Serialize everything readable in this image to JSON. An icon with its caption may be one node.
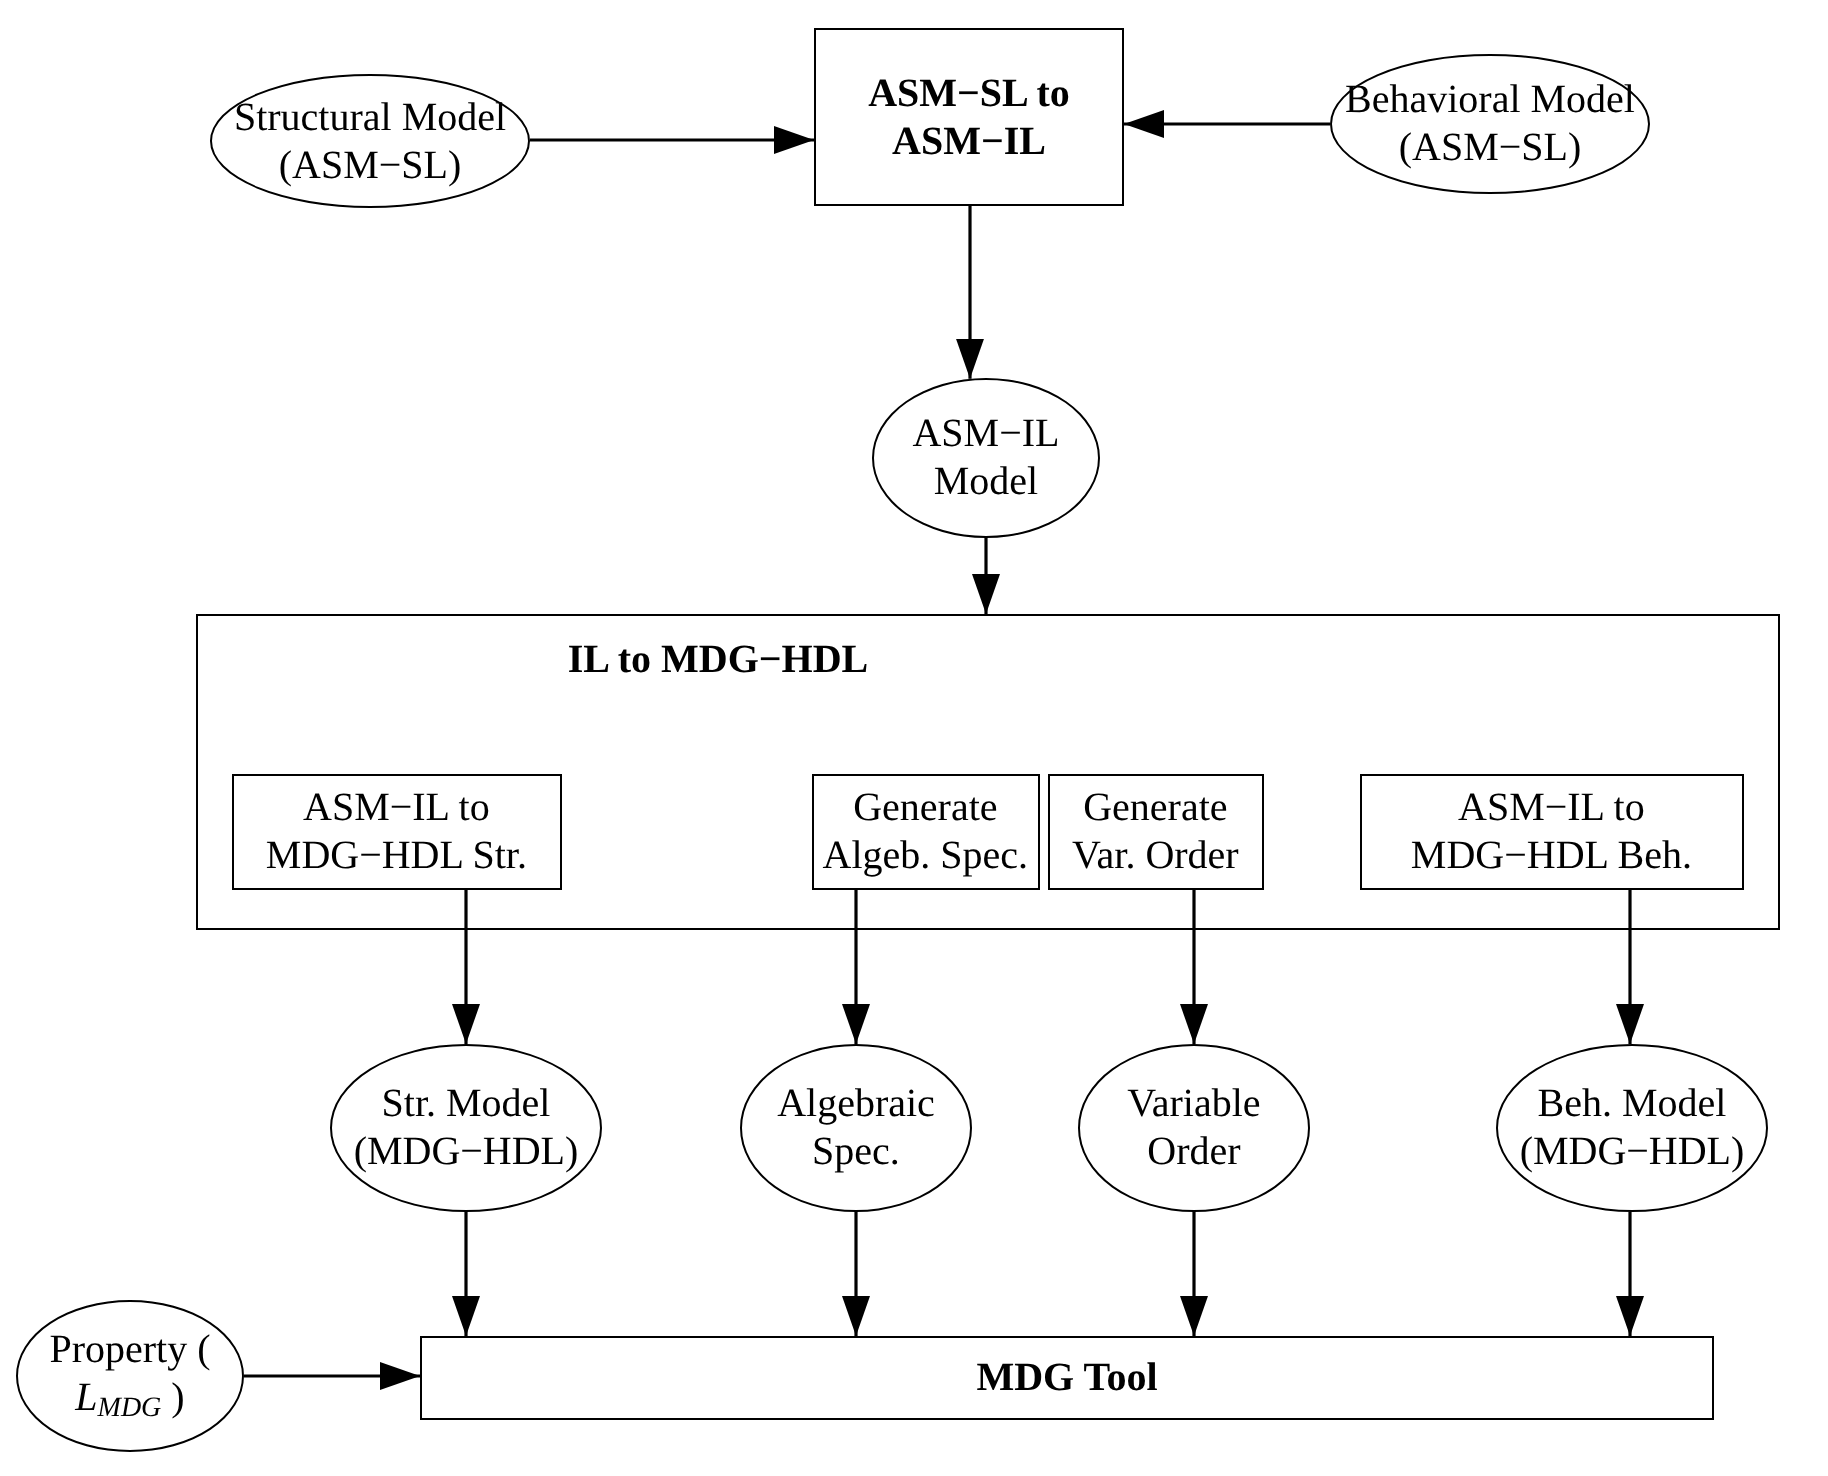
{
  "diagram": {
    "nodes": [
      {
        "text": [
          "Structural Model (ASM−SL)"
        ]
      },
      {
        "text": [
          "ASM−SL to ASM−IL"
        ]
      },
      {
        "text": [
          "Behavioral Model (ASM−SL)"
        ]
      },
      {
        "text": [
          "ASM−IL Model"
        ]
      },
      {
        "text": [
          "IL to MDG−HDL"
        ]
      },
      {
        "text": [
          "ASM−IL to MDG−HDL Str."
        ],
        "in": 4
      },
      {
        "text": [
          "Generate Algeb. Spec."
        ],
        "in": 4
      },
      {
        "text": [
          "Generate Var. Order"
        ],
        "in": 4
      },
      {
        "text": [
          "ASM−IL to MDG−HDL Beh."
        ],
        "in": 4
      },
      {
        "text": [
          "Str. Model (MDG−HDL)"
        ]
      },
      {
        "text": [
          "Algebraic Spec."
        ]
      },
      {
        "text": [
          "Variable Order"
        ]
      },
      {
        "text": [
          "Beh. Model (MDG−HDL)"
        ]
      },
      {
        "text": [
          "Property ( *L*$_{MDG}$ )"
        ]
      },
      {
        "text": [
          "MDG Tool"
        ]
      }
    ],
    "edges": [
      {
        "from": 0,
        "to": 1,
        "arrow": "to"
      },
      {
        "from": 2,
        "to": 1,
        "arrow": "to"
      },
      {
        "from": 1,
        "to": 3,
        "arrow": "to"
      },
      {
        "from": 3,
        "to": 4,
        "arrow": "to"
      },
      {
        "from": 5,
        "to": 9,
        "arrow": "to"
      },
      {
        "from": 6,
        "to": 10,
        "arrow": "to"
      },
      {
        "from": 7,
        "to": 11,
        "arrow": "to"
      },
      {
        "from": 8,
        "to": 12,
        "arrow": "to"
      },
      {
        "from": 9,
        "to": 14,
        "arrow": "to"
      },
      {
        "from": 10,
        "to": 14,
        "arrow": "to"
      },
      {
        "from": 11,
        "to": 14,
        "arrow": "to"
      },
      {
        "from": 12,
        "to": 14,
        "arrow": "to"
      },
      {
        "from": 13,
        "to": 14,
        "arrow": "to"
      }
    ]
  }
}
